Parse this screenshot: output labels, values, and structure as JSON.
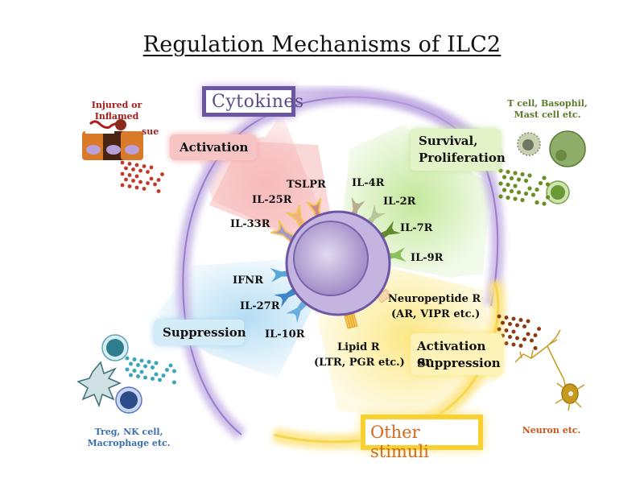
{
  "title": "Regulation Mechanisms of ILC2",
  "categories": {
    "cytokines": "Cytokines",
    "other_stimuli": "Other stimuli"
  },
  "effects": {
    "activation": "Activation",
    "survival": "Survival,",
    "proliferation": "Proliferation",
    "suppression": "Suppression",
    "act_or_sup_1": "Activation or",
    "act_or_sup_2": "Suppression"
  },
  "receptors": {
    "activation": [
      "TSLPR",
      "IL-25R",
      "IL-33R"
    ],
    "survival": [
      "IL-4R",
      "IL-2R",
      "IL-7R",
      "IL-9R"
    ],
    "suppression": [
      "IFNR",
      "IL-27R",
      "IL-10R"
    ],
    "neuropeptide": [
      "Neuropeptide R",
      "(AR, VIPR etc.)"
    ],
    "lipid": [
      "Lipid R",
      "(LTR, PGR etc.)"
    ]
  },
  "sources": {
    "tissue": [
      "Injured or",
      "Inflamed",
      "Epithelial tissue"
    ],
    "tcells": [
      "T cell, Basophil,",
      "Mast cell etc."
    ],
    "treg": [
      "Treg, NK cell,",
      "Macrophage etc."
    ],
    "neuron": [
      "Neuron etc."
    ]
  },
  "colors": {
    "activation": "#f4a6a6",
    "survival": "#b9e48a",
    "suppression": "#a9d8f2",
    "other": "#fbe36a",
    "ring": "#9b7fc7",
    "cell": "#b5a4d6",
    "tissue_text": "#a61c1c",
    "tcell_text": "#5d7a2a",
    "treg_text": "#3b6fae",
    "neuron_text": "#c8561a",
    "cytokines_text": "#5a4a8a",
    "other_text": "#d2691e"
  }
}
